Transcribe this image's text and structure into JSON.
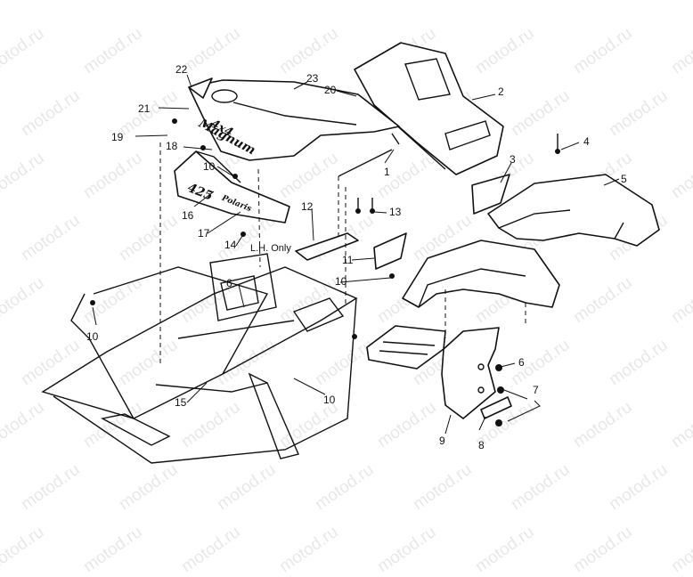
{
  "watermark": {
    "text": "motod.ru"
  },
  "note": {
    "lh_only": "L.H. Only"
  },
  "decal": {
    "model_a": "4x4",
    "model_b": "Magnum",
    "model_c": "425",
    "model_d": "Polaris"
  },
  "callouts": {
    "c1": "1",
    "c2": "2",
    "c3": "3",
    "c4": "4",
    "c5": "5",
    "c6": "6",
    "c7": "7",
    "c8": "8",
    "c9": "9",
    "c10": "10",
    "c11": "11",
    "c12": "12",
    "c13": "13",
    "c14": "14",
    "c15": "15",
    "c16": "16",
    "c17": "17",
    "c18": "18",
    "c19": "19",
    "c20": "20",
    "c21": "21",
    "c22": "22",
    "c23": "23"
  }
}
